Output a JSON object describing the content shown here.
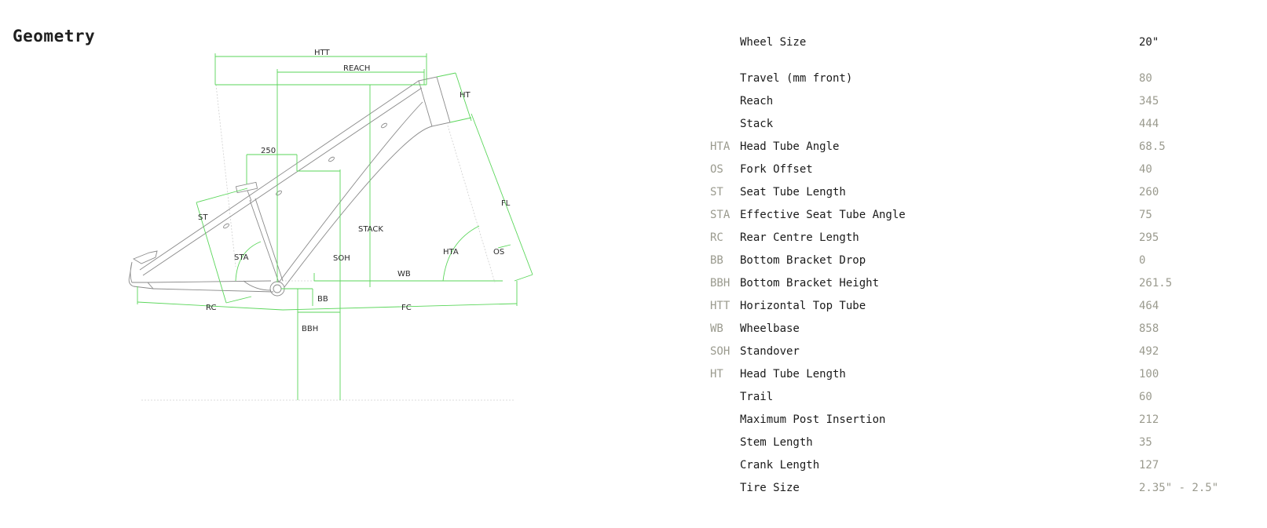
{
  "page": {
    "title": "Geometry"
  },
  "diagram": {
    "labels": {
      "htt": "HTT",
      "reach": "REACH",
      "ht": "HT",
      "st": "ST",
      "sta": "STA",
      "stack": "STACK",
      "soh": "SOH",
      "fl": "FL",
      "hta": "HTA",
      "os": "OS",
      "wb": "WB",
      "bb": "BB",
      "rc": "RC",
      "fc": "FC",
      "bbh": "BBH",
      "stem": "250"
    },
    "colors": {
      "dimension": "#5ad65a",
      "frame": "#8a8a8a",
      "guide": "#c8c8c8"
    }
  },
  "geometry": {
    "rows": [
      {
        "abbr": "",
        "name": "Wheel Size",
        "value": "20\""
      },
      {
        "abbr": "",
        "name": "Travel (mm front)",
        "value": "80"
      },
      {
        "abbr": "",
        "name": "Reach",
        "value": "345"
      },
      {
        "abbr": "",
        "name": "Stack",
        "value": "444"
      },
      {
        "abbr": "HTA",
        "name": "Head Tube Angle",
        "value": "68.5"
      },
      {
        "abbr": "OS",
        "name": "Fork Offset",
        "value": "40"
      },
      {
        "abbr": "ST",
        "name": "Seat Tube Length",
        "value": "260"
      },
      {
        "abbr": "STA",
        "name": "Effective Seat Tube Angle",
        "value": "75"
      },
      {
        "abbr": "RC",
        "name": "Rear Centre Length",
        "value": "295"
      },
      {
        "abbr": "BB",
        "name": "Bottom Bracket Drop",
        "value": "0"
      },
      {
        "abbr": "BBH",
        "name": "Bottom Bracket Height",
        "value": "261.5"
      },
      {
        "abbr": "HTT",
        "name": "Horizontal Top Tube",
        "value": "464"
      },
      {
        "abbr": "WB",
        "name": "Wheelbase",
        "value": "858"
      },
      {
        "abbr": "SOH",
        "name": "Standover",
        "value": "492"
      },
      {
        "abbr": "HT",
        "name": "Head Tube Length",
        "value": "100"
      },
      {
        "abbr": "",
        "name": "Trail",
        "value": "60"
      },
      {
        "abbr": "",
        "name": "Maximum Post Insertion",
        "value": "212"
      },
      {
        "abbr": "",
        "name": "Stem Length",
        "value": "35"
      },
      {
        "abbr": "",
        "name": "Crank Length",
        "value": "127"
      },
      {
        "abbr": "",
        "name": "Tire Size",
        "value": "2.35\" - 2.5\""
      }
    ]
  }
}
